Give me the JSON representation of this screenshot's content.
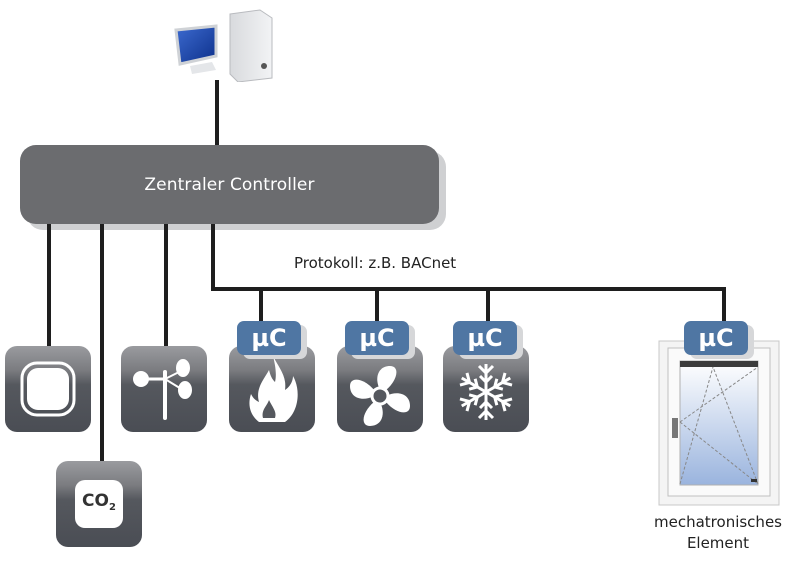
{
  "diagram": {
    "workstation": {
      "name": "computer-workstation",
      "icon": "computer-icon"
    },
    "controller": {
      "label": "Zentraler Controller"
    },
    "protocol": {
      "label": "Protokoll: z.B. BACnet"
    },
    "sensors": [
      {
        "name": "presence-sensor",
        "icon": "square-button-icon"
      },
      {
        "name": "co2-sensor",
        "icon": "co2-icon",
        "text": "CO",
        "sub": "2"
      },
      {
        "name": "wind-sensor",
        "icon": "anemometer-icon"
      }
    ],
    "bus_devices": [
      {
        "name": "heating",
        "icon": "flame-icon",
        "module": "µC"
      },
      {
        "name": "ventilation",
        "icon": "fan-icon",
        "module": "µC"
      },
      {
        "name": "cooling",
        "icon": "snowflake-icon",
        "module": "µC"
      },
      {
        "name": "window",
        "icon": "window-icon",
        "module": "µC"
      }
    ],
    "window_caption": {
      "line1": "mechatronisches",
      "line2": "Element"
    },
    "colors": {
      "controller": "#6b6c6f",
      "module": "#4f76a3",
      "line": "#1e1e1e"
    }
  }
}
